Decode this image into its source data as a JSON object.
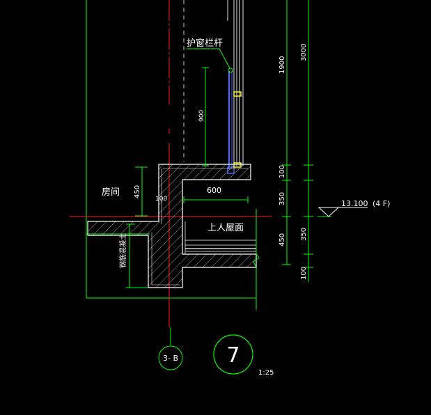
{
  "drawing": {
    "labels": {
      "guard_rail": "护窗栏杆",
      "room": "房间",
      "roof": "上人屋面",
      "vertical_note": "钢筋混凝土",
      "elevation": "13.100",
      "floor": "(4 F)"
    },
    "dimensions": {
      "d1900": "1900",
      "d3000": "3000",
      "d900": "900",
      "d100_top": "100",
      "d350_right": "350",
      "d450_left": "450",
      "d100_left": "100",
      "d600": "600",
      "d450_right": "450",
      "d350_lower": "350",
      "d100_bottom": "100"
    },
    "axis_tag": "3- B",
    "detail_number": "7",
    "scale": "1:25"
  },
  "colors": {
    "background": "#000000",
    "green": "#00ff00",
    "red": "#ff2020",
    "white": "#ffffff",
    "yellow": "#ffff00",
    "blue": "#4a6cff"
  }
}
